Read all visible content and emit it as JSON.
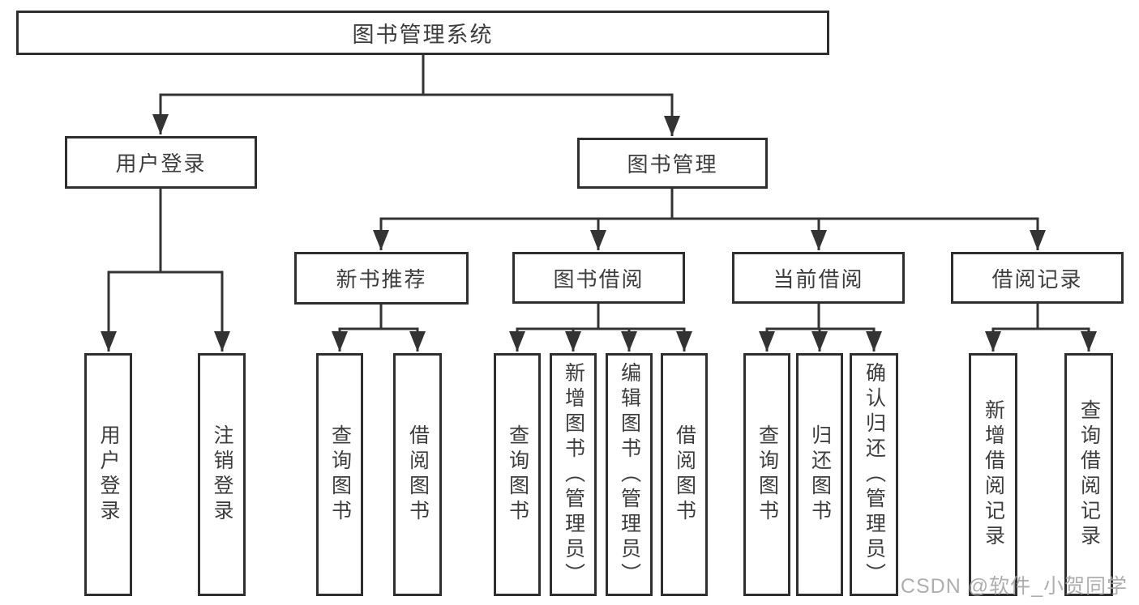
{
  "colors": {
    "background": "#ffffff",
    "line": "#333333",
    "box_border": "#2f2f2f",
    "box_fill": "#ffffff",
    "text": "#3d3d3d",
    "watermark_text": "#a5a5a5"
  },
  "tree": {
    "root": {
      "label": "图书管理系统"
    },
    "level1": [
      {
        "id": "user-login",
        "label": "用户登录"
      },
      {
        "id": "book-management",
        "label": "图书管理"
      }
    ],
    "level2": [
      {
        "id": "new-book-recommend",
        "label": "新书推荐"
      },
      {
        "id": "book-borrow",
        "label": "图书借阅"
      },
      {
        "id": "current-borrow",
        "label": "当前借阅"
      },
      {
        "id": "borrow-records",
        "label": "借阅记录"
      }
    ],
    "leaves": {
      "user_login": [
        "用户登录",
        "注销登录"
      ],
      "new_book_recommend": [
        "查询图书",
        "借阅图书"
      ],
      "book_borrow": [
        "查询图书",
        "新增图书（管理员）",
        "编辑图书（管理员）",
        "借阅图书"
      ],
      "current_borrow": [
        "查询图书",
        "归还图书",
        "确认归还（管理员）"
      ],
      "borrow_records": [
        "新增借阅记录",
        "查询借阅记录"
      ]
    }
  },
  "watermark": {
    "text": "CSDN @软件_小贺同学"
  }
}
